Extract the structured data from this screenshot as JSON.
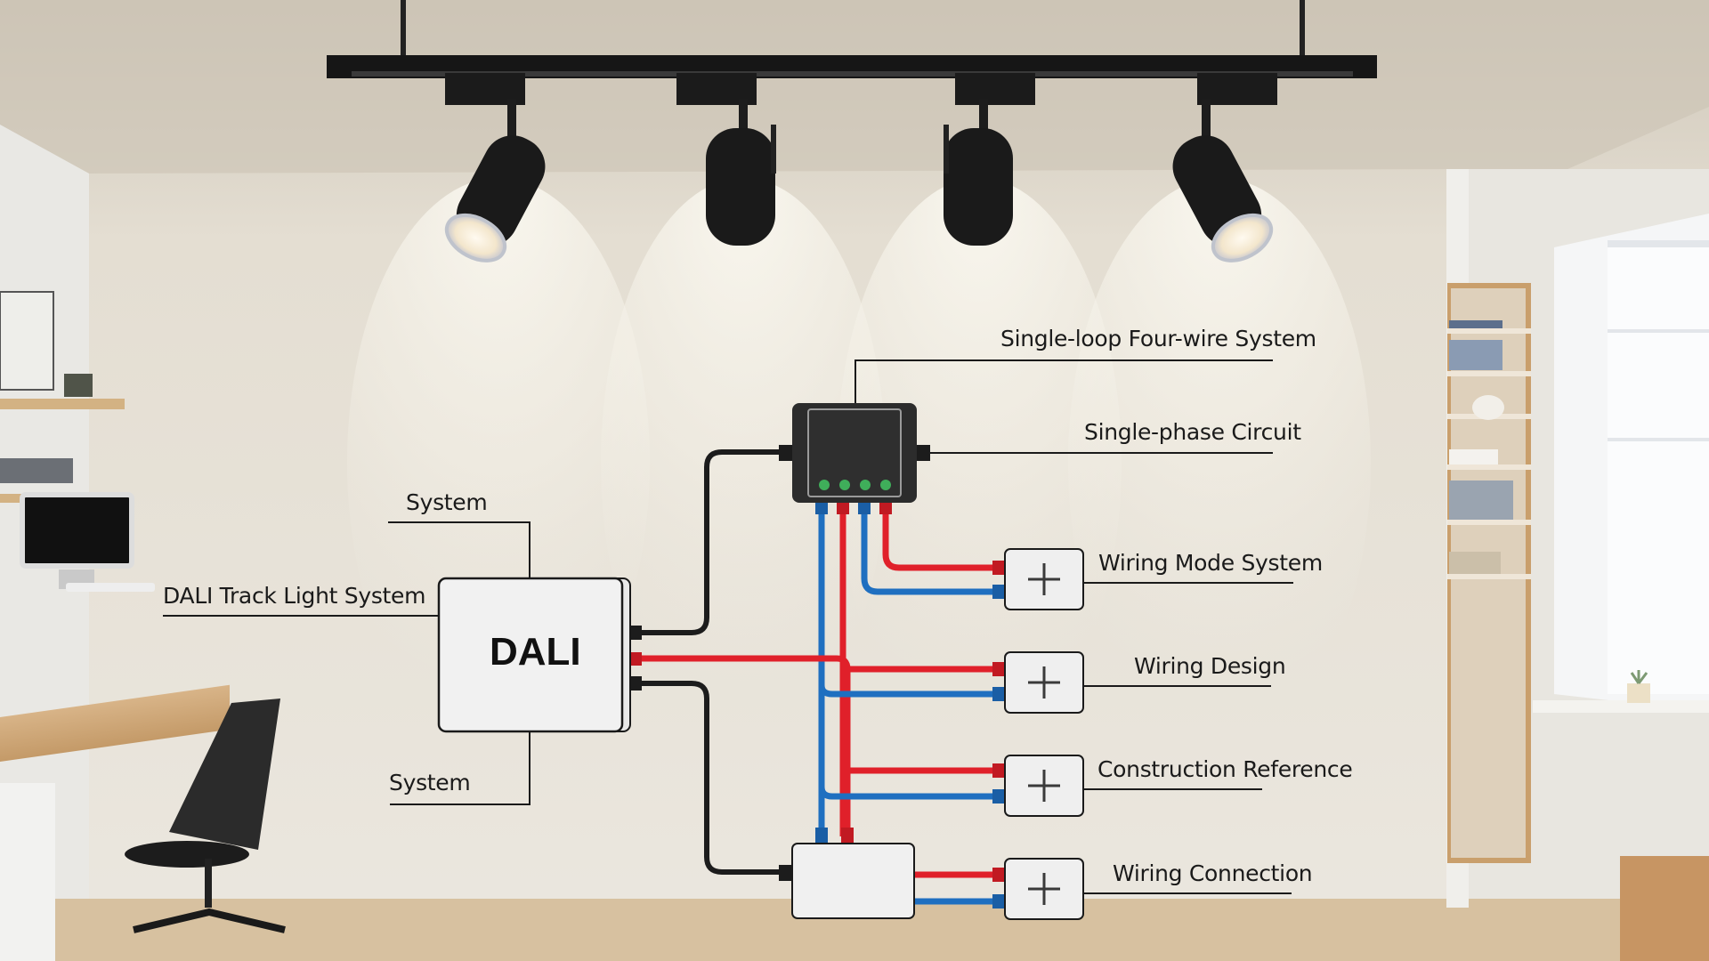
{
  "diagram": {
    "controller": {
      "label": "DALI"
    },
    "labels": {
      "controller_top": "System",
      "controller_left": "DALI Track Light System",
      "controller_bottom": "System",
      "hub_top": "Single-loop Four-wire System",
      "hub_right": "Single-phase Circuit"
    },
    "terminals": [
      {
        "label": "Wiring Mode System"
      },
      {
        "label": "Wiring Design"
      },
      {
        "label": "Construction Reference"
      },
      {
        "label": "Wiring Connection"
      }
    ],
    "hub_indicators": 4,
    "wire_colors": {
      "live": "#e0202a",
      "neutral": "#1f6fc0",
      "control": "#1c1c1c"
    },
    "indicator_color": "#3fae5a"
  },
  "scene": {
    "track_lights": 4
  }
}
